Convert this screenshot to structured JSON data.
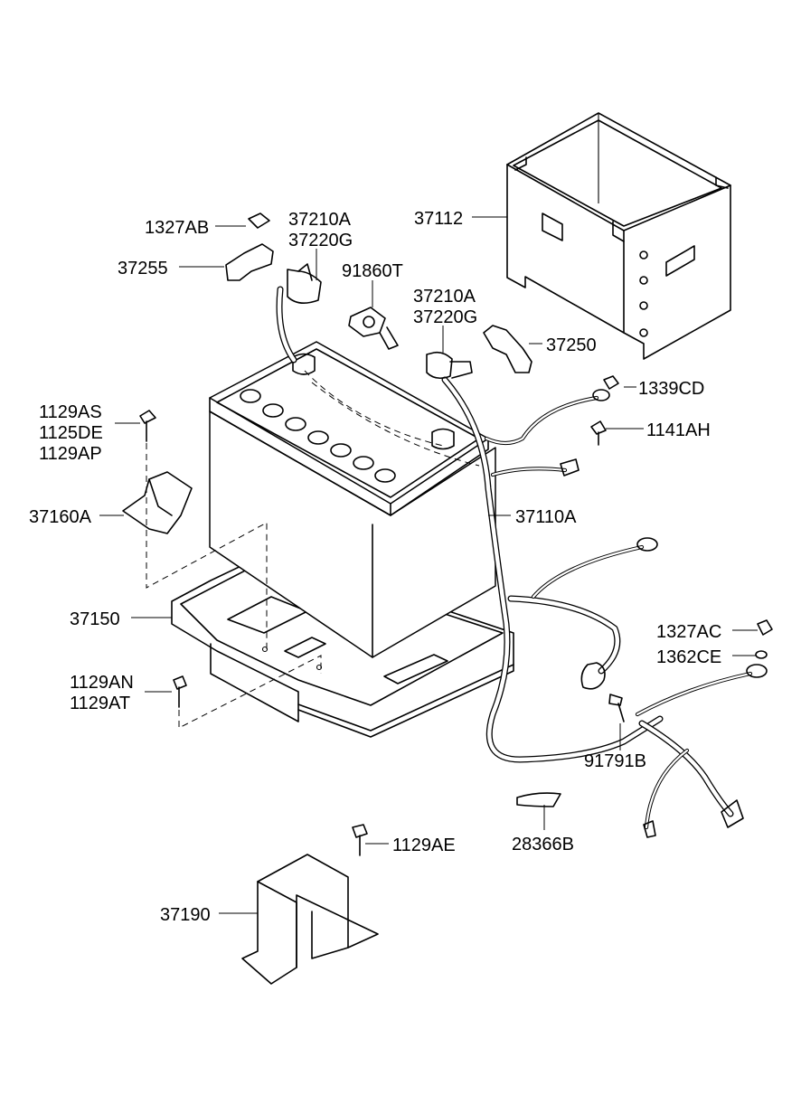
{
  "callouts": {
    "p37112": "37112",
    "p1327AB": "1327AB",
    "p37210A_top": "37210A",
    "p37220G_top": "37220G",
    "p37255": "37255",
    "p91860T": "91860T",
    "p37210A_mid": "37210A",
    "p37220G_mid": "37220G",
    "p37250": "37250",
    "p1339CD": "1339CD",
    "p1141AH": "1141AH",
    "p1129AS": "1129AS",
    "p1125DE": "1125DE",
    "p1129AP": "1129AP",
    "p37160A": "37160A",
    "p37110A": "37110A",
    "p37150": "37150",
    "p1327AC": "1327AC",
    "p1362CE": "1362CE",
    "p1129AN": "1129AN",
    "p1129AT": "1129AT",
    "p91791B": "91791B",
    "p28366B": "28366B",
    "p1129AE": "1129AE",
    "p37190": "37190"
  }
}
